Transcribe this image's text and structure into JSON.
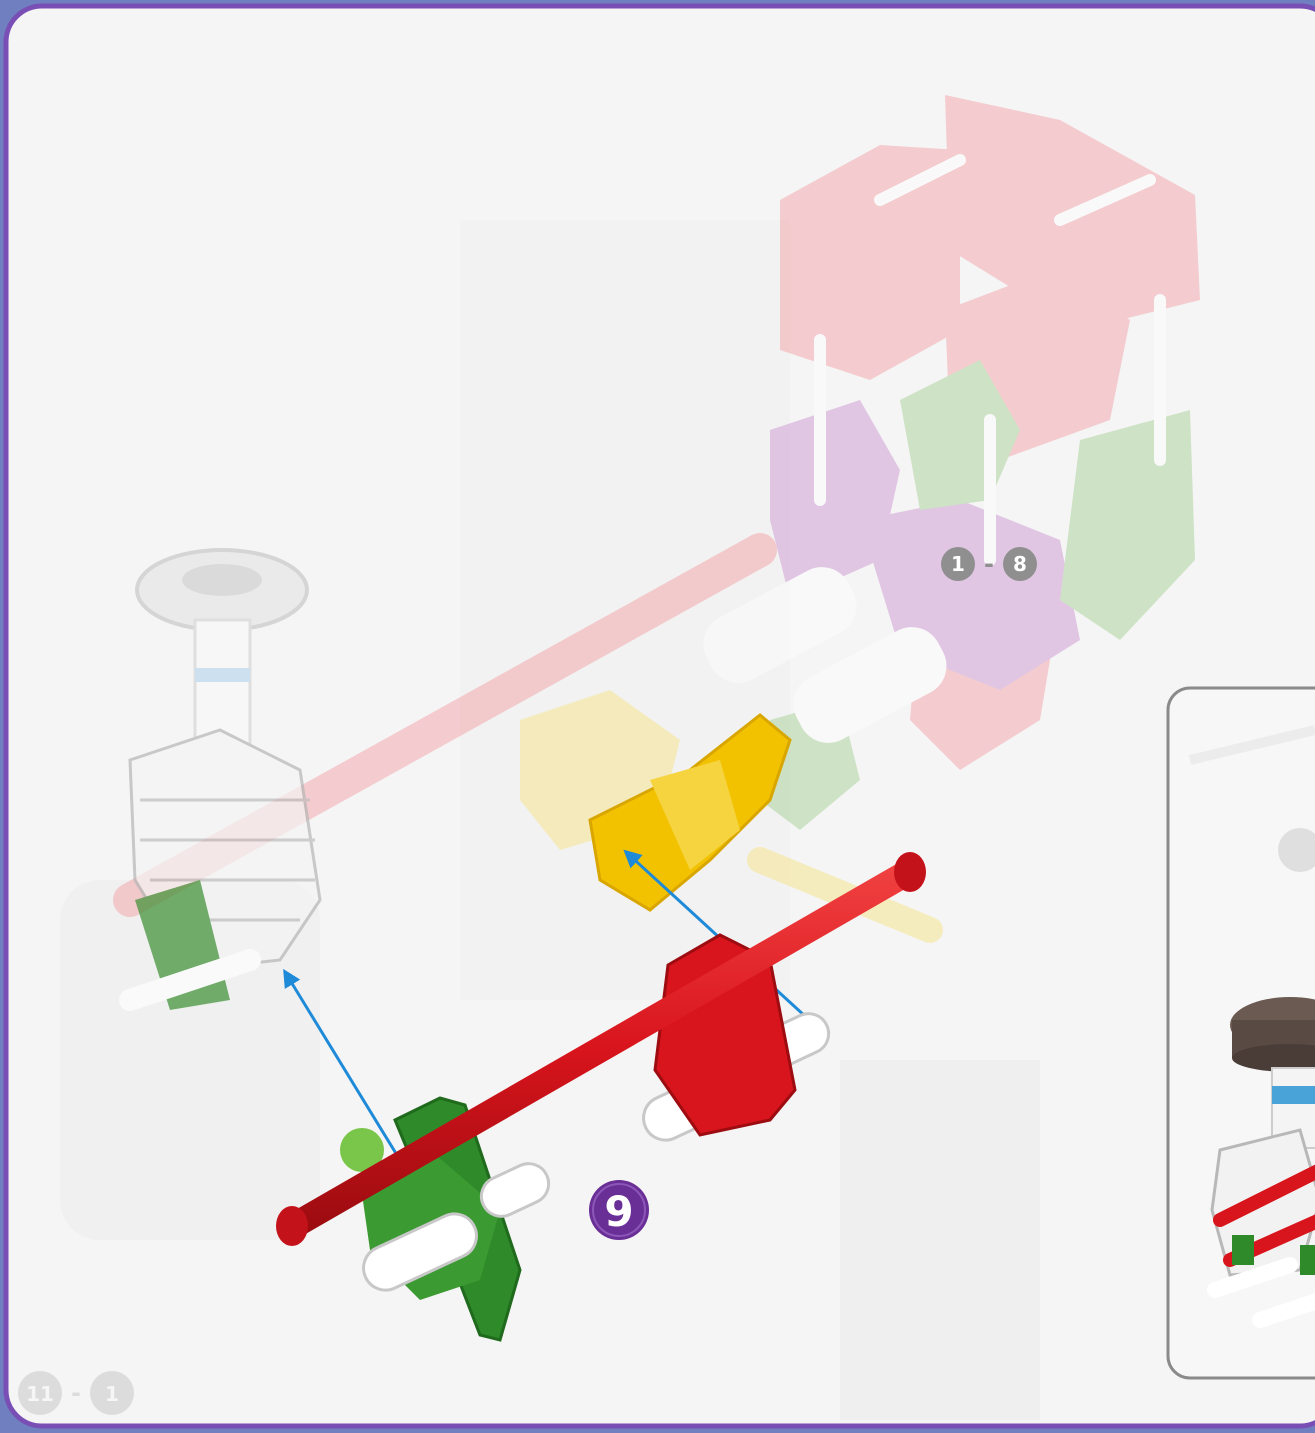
{
  "page": {
    "border_color": "#7a4fb5",
    "frame_color": "#6f7fc0",
    "background": "#f5f5f5"
  },
  "badges": {
    "previous_steps": {
      "start": "1",
      "separator": "-",
      "end": "8"
    },
    "current_step": "9",
    "corner_steps": {
      "start": "11",
      "separator": "-",
      "end": "1"
    }
  },
  "colors": {
    "red_rod": "#d8141c",
    "green_connector": "#2f8a2a",
    "yellow_connector": "#f2c200",
    "white_part": "#ffffff",
    "ghost_pink": "#f6b9bd",
    "ghost_purple": "#d9a6dc",
    "ghost_green": "#b6d9a6",
    "arrow_blue": "#1f8ad8",
    "step_badge_purple": "#6a2f96"
  },
  "icons": {
    "arrow": "blue-insertion-arrow",
    "gear": "gear-icon"
  }
}
